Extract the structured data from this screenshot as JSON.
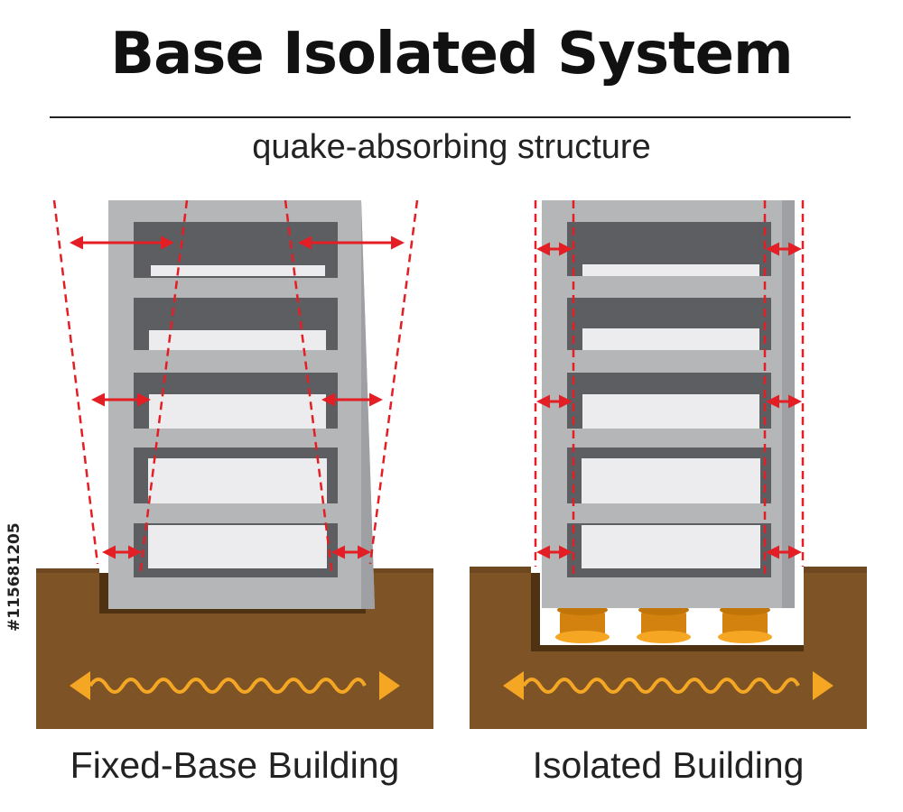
{
  "title": "Base Isolated System",
  "subtitle": "quake-absorbing structure",
  "panels": {
    "left": {
      "caption": "Fixed-Base Building"
    },
    "right": {
      "caption": "Isolated Building"
    }
  },
  "stock_id": "#115681205",
  "colors": {
    "ground": "#7e5426",
    "ground_dark": "#5c3a16",
    "building": "#b5b6b8",
    "building_shadow": "#5d5e62",
    "window_light": "#ececee",
    "arrow_red": "#e31e24",
    "wave_orange": "#f5a623",
    "bearing": "#d4820f"
  }
}
